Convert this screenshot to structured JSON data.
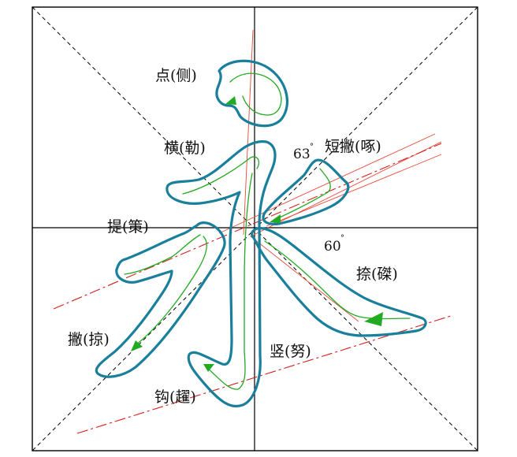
{
  "labels": {
    "dian": "点(侧)",
    "heng": "横(勒)",
    "duanpie": "短撇(啄)",
    "ti": "提(策)",
    "na": "捺(磔)",
    "pie": "撇(掠)",
    "shu": "竖(努)",
    "gou": "钩(趯)"
  },
  "angles": {
    "a63": "63",
    "a60": "60",
    "degree": "°"
  },
  "colors": {
    "outline": "#1a7f9a",
    "stroke_path": "#22aa22",
    "arrow": "#22aa22",
    "guide": "#e8483a",
    "dash_guide": "#d42020",
    "grid": "#000000"
  }
}
